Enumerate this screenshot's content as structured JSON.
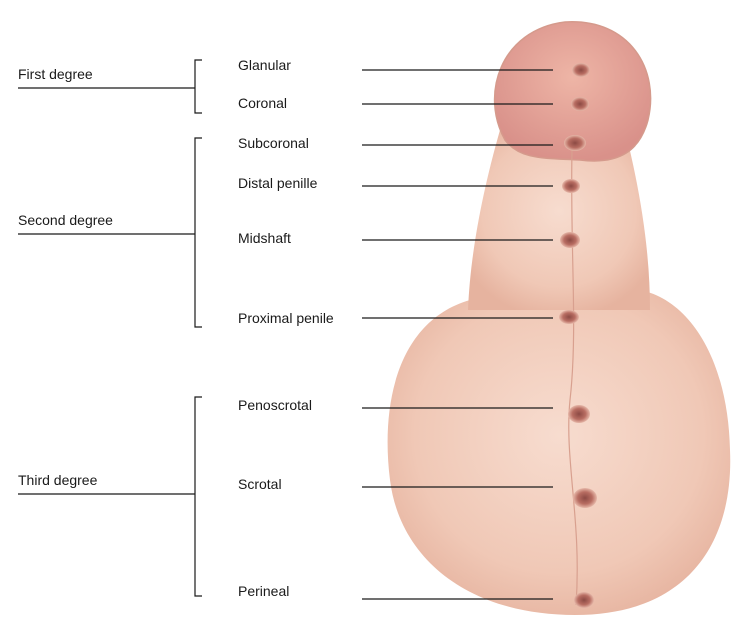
{
  "groups": [
    {
      "label": "First degree"
    },
    {
      "label": "Second degree"
    },
    {
      "label": "Third degree"
    }
  ],
  "locations": [
    {
      "label": "Glanular"
    },
    {
      "label": "Coronal"
    },
    {
      "label": "Subcoronal"
    },
    {
      "label": "Distal penille"
    },
    {
      "label": "Midshaft"
    },
    {
      "label": "Proximal penile"
    },
    {
      "label": "Penoscrotal"
    },
    {
      "label": "Scrotal"
    },
    {
      "label": "Perineal"
    }
  ],
  "colors": {
    "skin": "#f2cdbc",
    "skin_shadow": "#e3ad98",
    "glans": "#e8a89a",
    "meatus": "#b86d62",
    "line": "#1a1a1a"
  }
}
